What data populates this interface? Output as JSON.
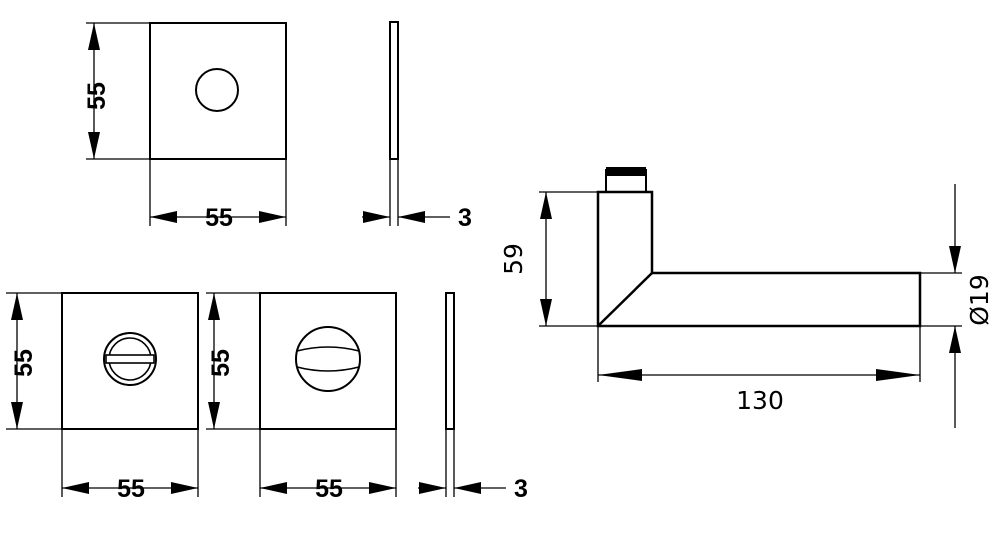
{
  "drawing": {
    "line_color": "#000000",
    "background_color": "#ffffff",
    "rosette_key": {
      "height_label": "55",
      "width_label": "55",
      "thickness_label": "3"
    },
    "rosette_wc_turn": {
      "height_label": "55",
      "width_label": "55"
    },
    "rosette_wc_knob": {
      "height_label": "55",
      "width_label": "55",
      "thickness_label": "3"
    },
    "handle": {
      "height_label": "59",
      "length_label": "130",
      "diameter_label": "Ø19"
    }
  }
}
